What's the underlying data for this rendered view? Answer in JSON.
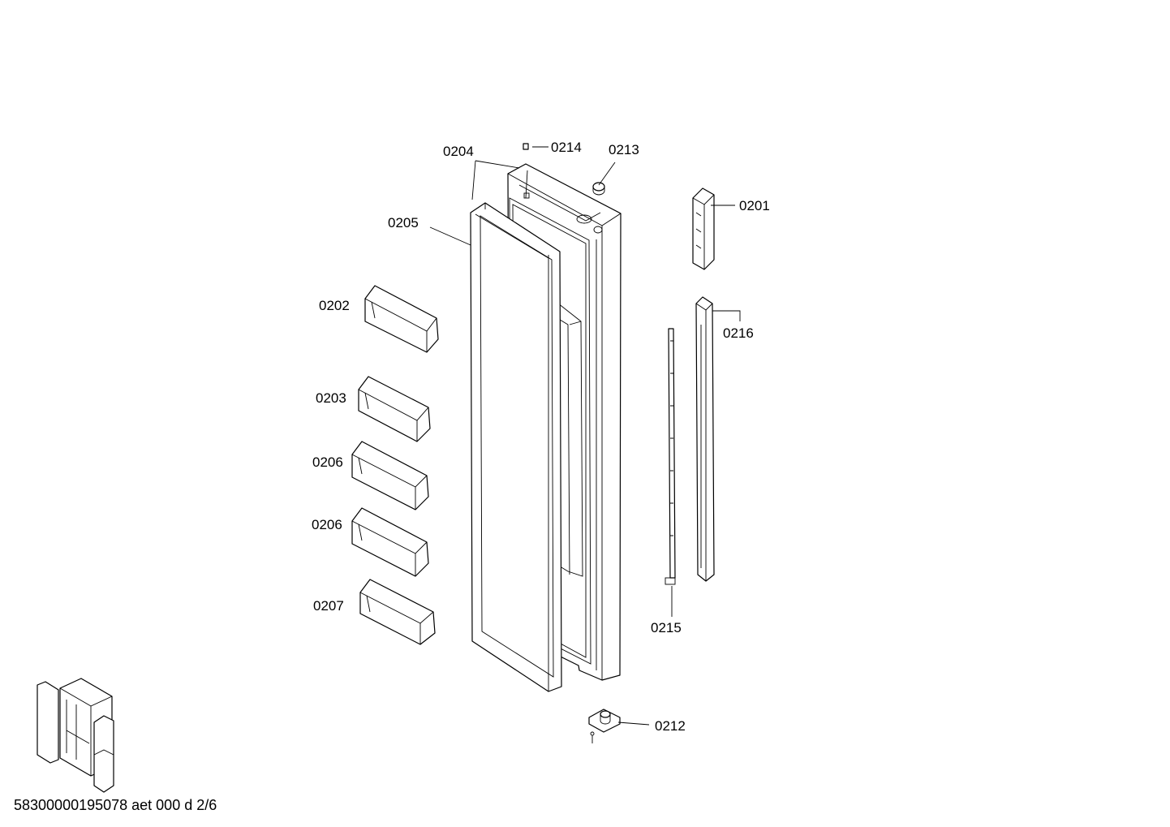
{
  "parts": [
    {
      "id": "p0201",
      "label": "0201"
    },
    {
      "id": "p0202",
      "label": "0202"
    },
    {
      "id": "p0203",
      "label": "0203"
    },
    {
      "id": "p0204",
      "label": "0204"
    },
    {
      "id": "p0205",
      "label": "0205"
    },
    {
      "id": "p0206a",
      "label": "0206"
    },
    {
      "id": "p0206b",
      "label": "0206"
    },
    {
      "id": "p0207",
      "label": "0207"
    },
    {
      "id": "p0212",
      "label": "0212"
    },
    {
      "id": "p0213",
      "label": "0213"
    },
    {
      "id": "p0214",
      "label": "0214"
    },
    {
      "id": "p0215",
      "label": "0215"
    },
    {
      "id": "p0216",
      "label": "0216"
    }
  ],
  "footer": {
    "reference": "58300000195078 aet 000 d 2/6"
  }
}
